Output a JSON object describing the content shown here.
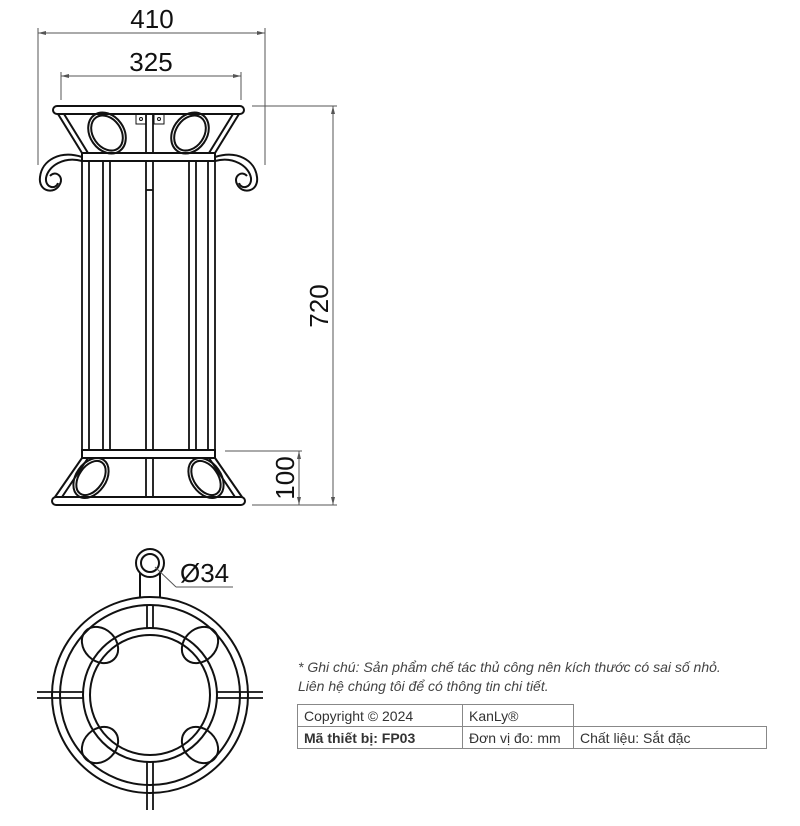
{
  "dimensions": {
    "top_outer_width": "410",
    "top_inner_width": "325",
    "total_height": "720",
    "base_height": "100",
    "ring_diameter": "Ø34"
  },
  "note": {
    "line1": "* Ghi chú: Sản phẩm chế tác thủ công nên kích thước có sai số nhỏ.",
    "line2": "Liên hệ chúng tôi để có thông tin chi tiết."
  },
  "info_table": {
    "copyright": "Copyright © 2024",
    "brand": "KanLy®",
    "product_code": "Mã thiết bị: FP03",
    "unit": "Đơn vị đo: mm",
    "material": "Chất liệu: Sắt đặc"
  },
  "views": [
    "front-elevation",
    "top-plan"
  ],
  "colors": {
    "line": "#111111",
    "dim_line": "#555555",
    "table_border": "#888888"
  }
}
